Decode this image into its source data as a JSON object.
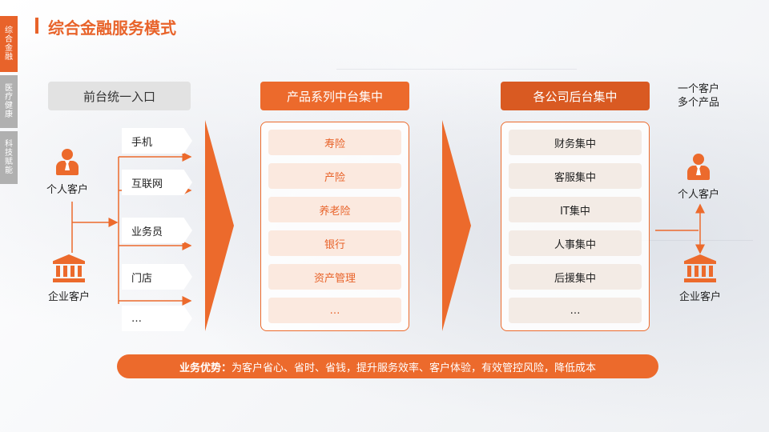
{
  "side_nav": [
    {
      "label": "综合金融",
      "active": true
    },
    {
      "label": "医疗健康",
      "active": false
    },
    {
      "label": "科技赋能",
      "active": false
    }
  ],
  "page_title": "综合金融服务模式",
  "front": {
    "header": "前台统一入口",
    "customers": {
      "individual": "个人客户",
      "enterprise": "企业客户"
    },
    "channels": [
      "手机",
      "互联网",
      "业务员",
      "门店",
      "…"
    ]
  },
  "middle": {
    "header": "产品系列中台集中",
    "items": [
      "寿险",
      "产险",
      "养老险",
      "银行",
      "资产管理",
      "…"
    ]
  },
  "back": {
    "header": "各公司后台集中",
    "items": [
      "财务集中",
      "客服集中",
      "IT集中",
      "人事集中",
      "后援集中",
      "…"
    ]
  },
  "right": {
    "note_line1": "一个客户",
    "note_line2": "多个产品",
    "individual": "个人客户",
    "enterprise": "企业客户"
  },
  "footer": {
    "label": "业务优势：",
    "text": "为客户省心、省时、省钱，提升服务效率、客户体验，有效管控风险，降低成本"
  },
  "colors": {
    "accent": "#ec6a2c",
    "accent_dark": "#d95a22",
    "pill_light": "#fbe9df"
  }
}
